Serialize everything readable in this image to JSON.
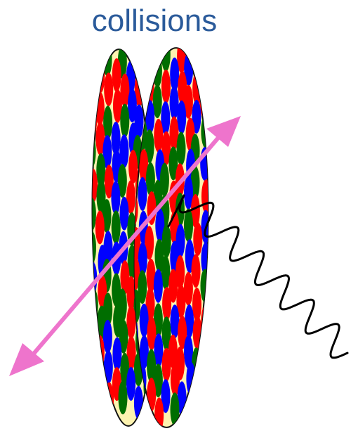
{
  "title": "collisions",
  "colors": {
    "title_text": "#2a5a9a",
    "nucleus_fill": "#fdf3b0",
    "nucleus_outline": "#111111",
    "quark_red": "#ff0000",
    "quark_green": "#006e00",
    "quark_blue": "#0000ff",
    "arrow": "#ee74cc",
    "photon": "#000000"
  },
  "elements": {
    "nuclei": [
      "left-nucleus",
      "right-nucleus"
    ],
    "arrow": "double-headed-arrow",
    "photon": "wavy-photon-line"
  }
}
